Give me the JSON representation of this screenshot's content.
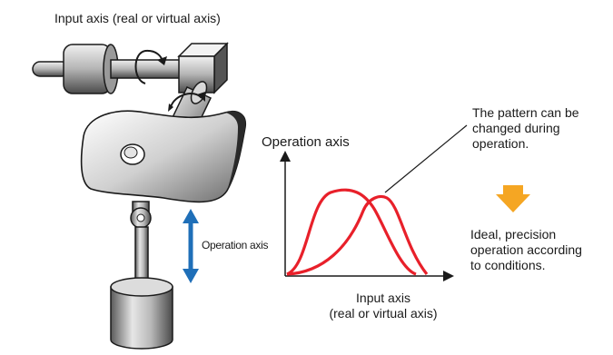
{
  "labels": {
    "input_axis_top": "Input axis (real or virtual axis)",
    "operation_axis_graph": "Operation axis",
    "operation_axis_small": "Operation axis",
    "input_axis_graph": "Input axis\n(real or virtual axis)",
    "pattern_note": "The pattern can be\nchanged during\noperation.",
    "result_note": "Ideal, precision\noperation according\nto conditions."
  },
  "colors": {
    "curve": "#e8202a",
    "double_arrow": "#1f6fb8",
    "down_arrow": "#f5a623",
    "outline": "#1a1a1a"
  },
  "icons": {
    "rotation": "rotation-arrow-icon",
    "result": "down-arrow-icon"
  }
}
